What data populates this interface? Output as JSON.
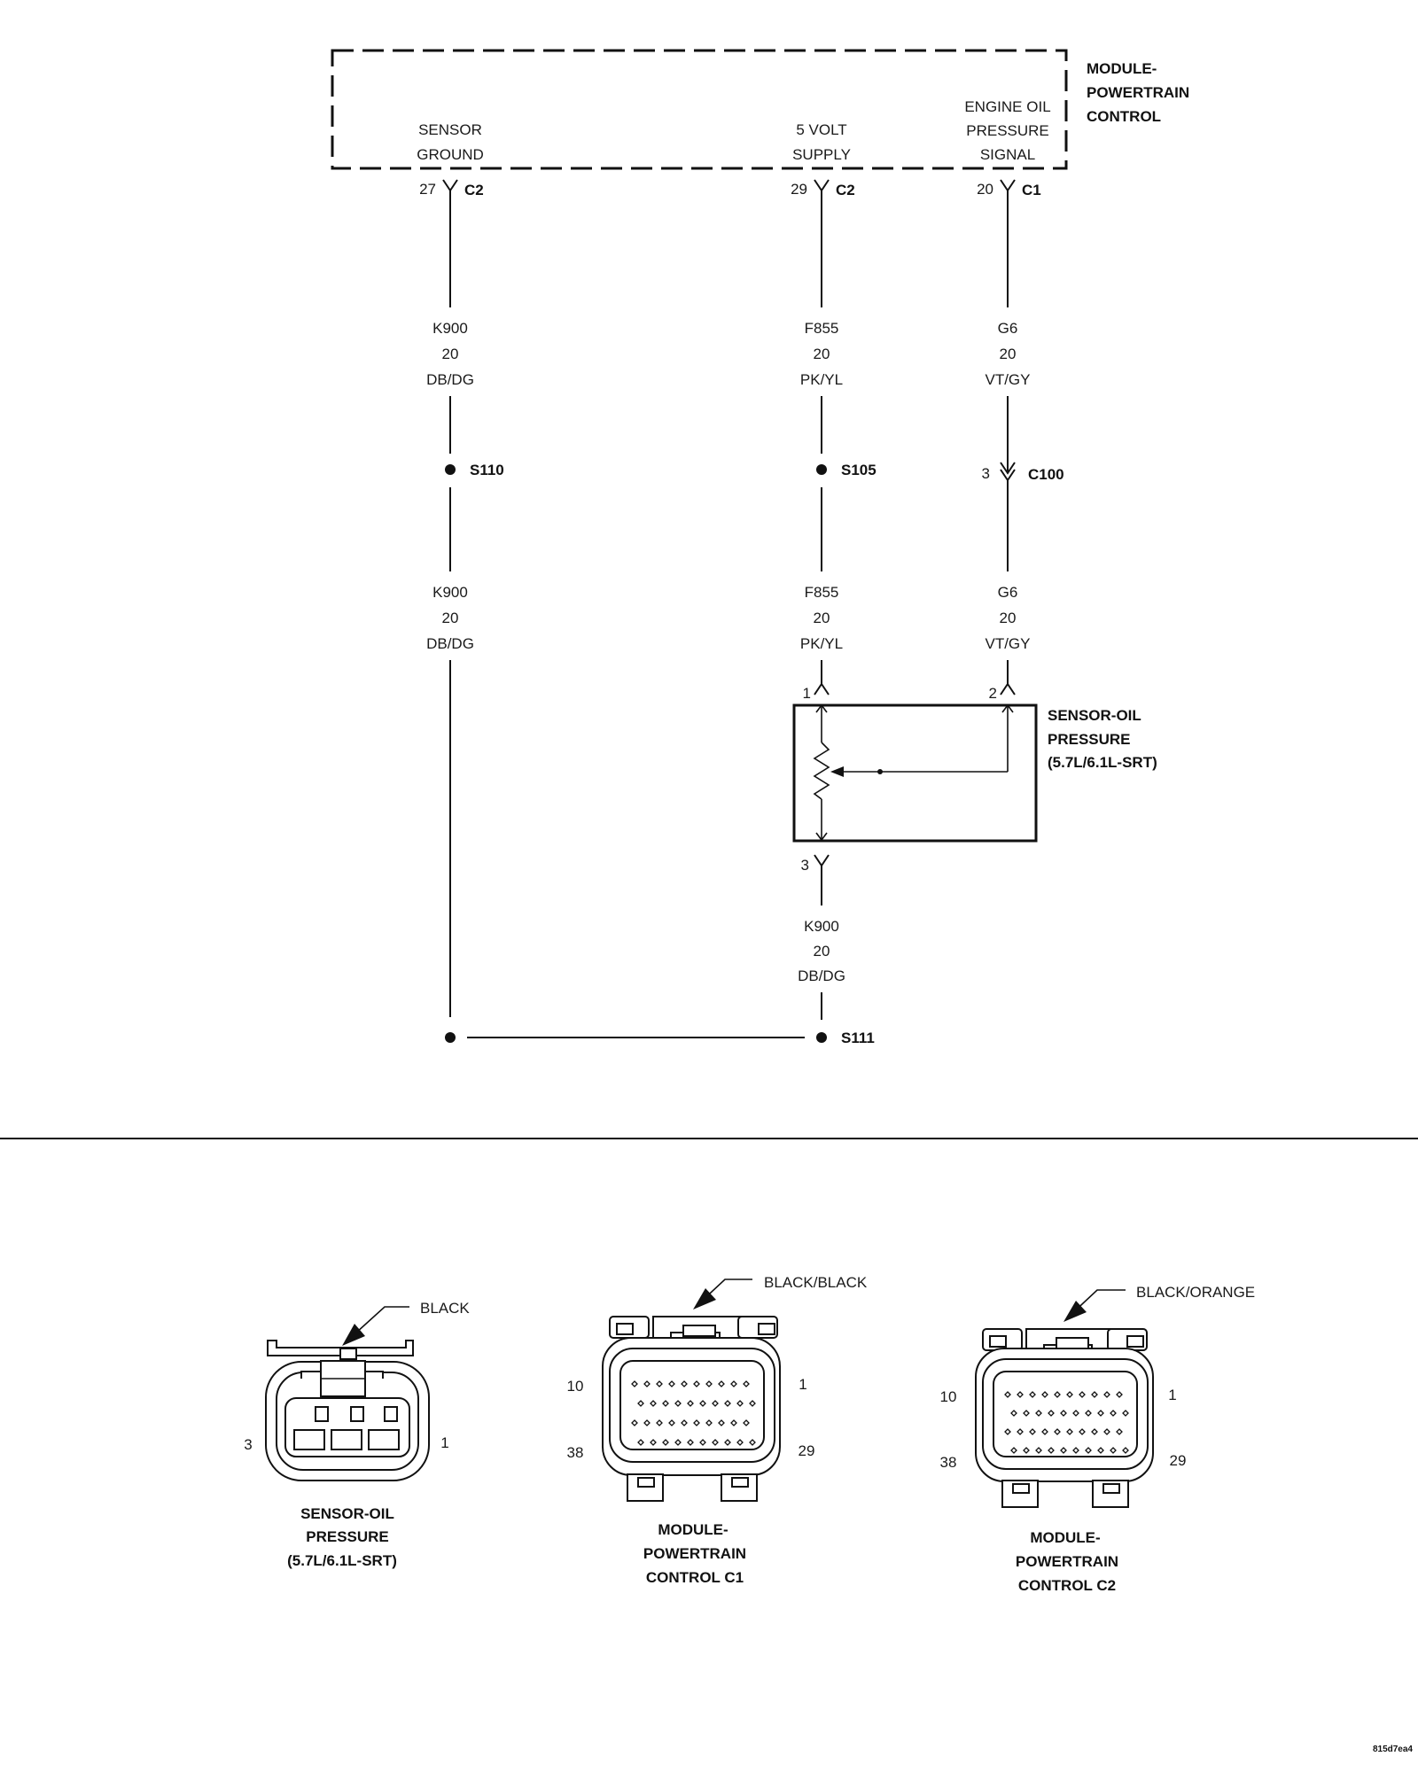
{
  "module": {
    "name": [
      "MODULE-",
      "POWERTRAIN",
      "CONTROL"
    ],
    "pins": {
      "sensor_ground": [
        "SENSOR",
        "GROUND"
      ],
      "supply_5v": [
        "5 VOLT",
        "SUPPLY"
      ],
      "oil_pressure_signal": [
        "ENGINE OIL",
        "PRESSURE",
        "SIGNAL"
      ]
    }
  },
  "terminals": {
    "t27": {
      "pin": "27",
      "connector": "C2"
    },
    "t29": {
      "pin": "29",
      "connector": "C2"
    },
    "t20": {
      "pin": "20",
      "connector": "C1"
    }
  },
  "wires": {
    "k900_a": [
      "K900",
      "20",
      "DB/DG"
    ],
    "f855_a": [
      "F855",
      "20",
      "PK/YL"
    ],
    "g6_a": [
      "G6",
      "20",
      "VT/GY"
    ],
    "k900_b": [
      "K900",
      "20",
      "DB/DG"
    ],
    "f855_b": [
      "F855",
      "20",
      "PK/YL"
    ],
    "g6_b": [
      "G6",
      "20",
      "VT/GY"
    ],
    "k900_c": [
      "K900",
      "20",
      "DB/DG"
    ]
  },
  "splices": {
    "s110": "S110",
    "s105": "S105",
    "s111": "S111"
  },
  "inline_connector": {
    "pin": "3",
    "name": "C100"
  },
  "sensor": {
    "name": [
      "SENSOR-OIL",
      "PRESSURE",
      "(5.7L/6.1L-SRT)"
    ],
    "pin1": "1",
    "pin2": "2",
    "pin3": "3"
  },
  "connector_views": {
    "sensor": {
      "color": "BLACK",
      "pin_left": "3",
      "pin_right": "1",
      "caption": [
        "SENSOR-OIL",
        "PRESSURE",
        "(5.7L/6.1L-SRT)"
      ]
    },
    "pcm_c1": {
      "color": "BLACK/BLACK",
      "pin_tl": "10",
      "pin_tr": "1",
      "pin_bl": "38",
      "pin_br": "29",
      "caption": [
        "MODULE-",
        "POWERTRAIN",
        "CONTROL C1"
      ]
    },
    "pcm_c2": {
      "color": "BLACK/ORANGE",
      "pin_tl": "10",
      "pin_tr": "1",
      "pin_bl": "38",
      "pin_br": "29",
      "caption": [
        "MODULE-",
        "POWERTRAIN",
        "CONTROL C2"
      ]
    }
  },
  "figure_id": "815d7ea4"
}
